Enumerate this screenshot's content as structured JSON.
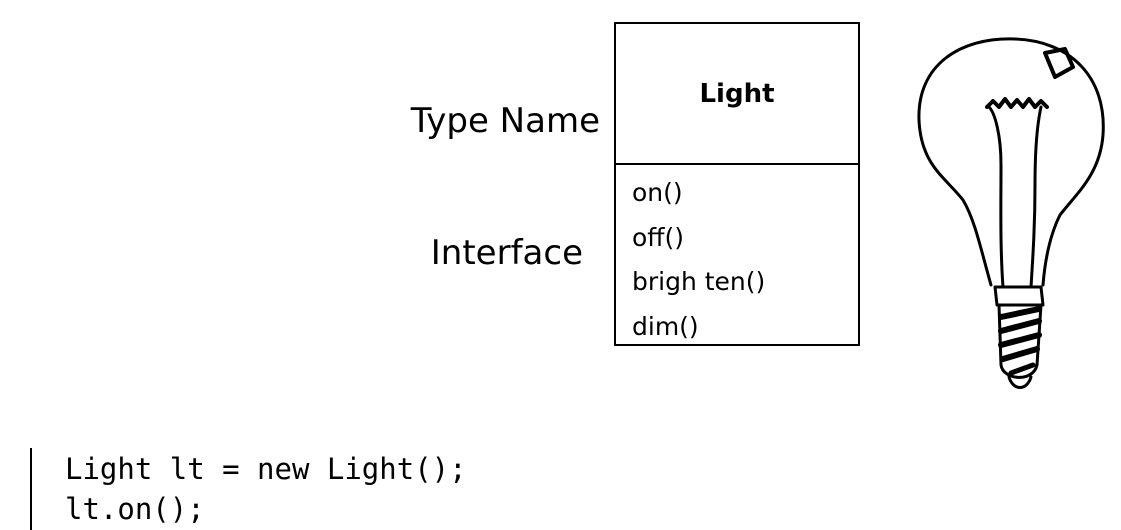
{
  "labels": {
    "type_name": "Type Name",
    "interface": "Interface"
  },
  "uml_class": {
    "name": "Light",
    "methods": [
      "on()",
      "off()",
      "brigh ten()",
      "dim()"
    ]
  },
  "code": {
    "lines": [
      "Light lt = new Light();",
      "lt.on();"
    ]
  }
}
